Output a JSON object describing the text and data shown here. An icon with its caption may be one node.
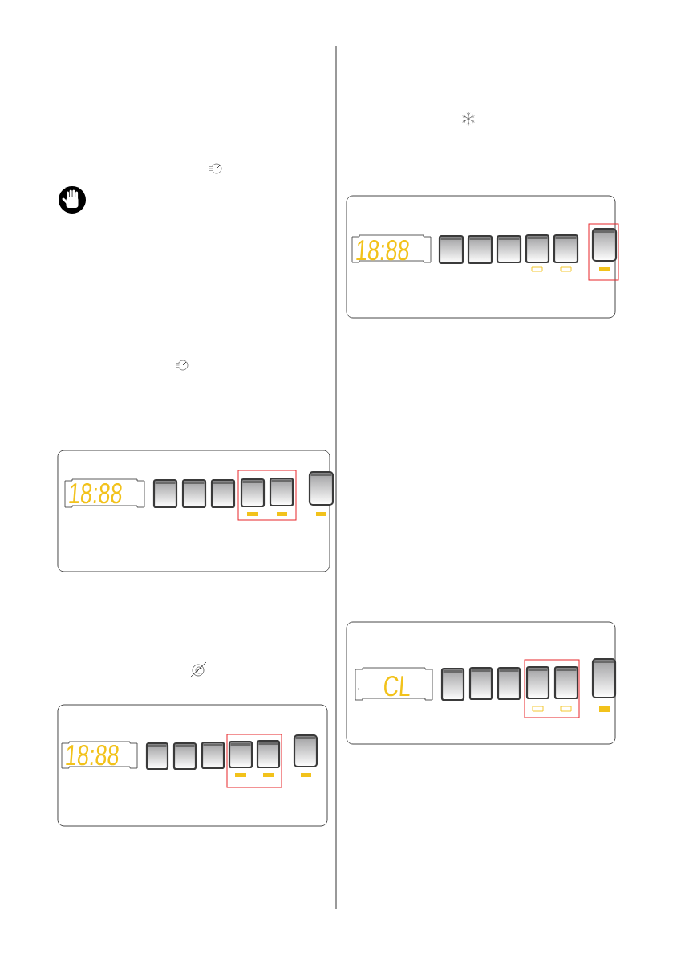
{
  "diagram": {
    "nodes": [
      {
        "text": [
          "18:88"
        ]
      },
      {
        "text": [
          "18:88"
        ]
      },
      {
        "text": [
          "18:88"
        ]
      },
      {
        "text": [
          "CL"
        ]
      }
    ]
  }
}
